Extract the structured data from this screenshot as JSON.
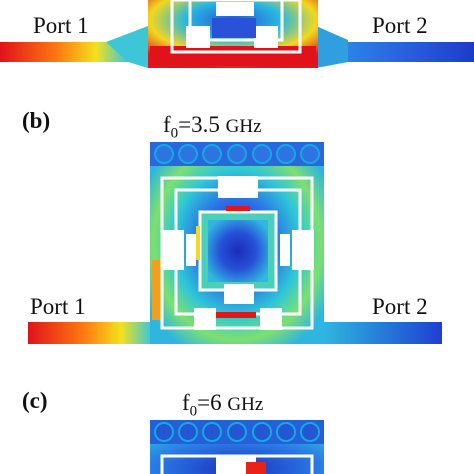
{
  "panels": [
    {
      "id": "a",
      "port1": "Port 1",
      "port2": "Port 2"
    },
    {
      "id": "b",
      "label": "(b)",
      "freq_prefix": "f",
      "freq_sub": "0",
      "freq_value": "=3.5",
      "freq_unit": "GHz",
      "port1": "Port 1",
      "port2": "Port 2"
    },
    {
      "id": "c",
      "label": "(c)",
      "freq_prefix": "f",
      "freq_sub": "0",
      "freq_value": "=6",
      "freq_unit": "GHz"
    }
  ],
  "colors": {
    "hot": "#e0121a",
    "warm": "#f0e020",
    "mid": "#18d0c8",
    "cool": "#1b3fd8",
    "cold": "#1f2ab8",
    "slot": "#ffffff"
  }
}
